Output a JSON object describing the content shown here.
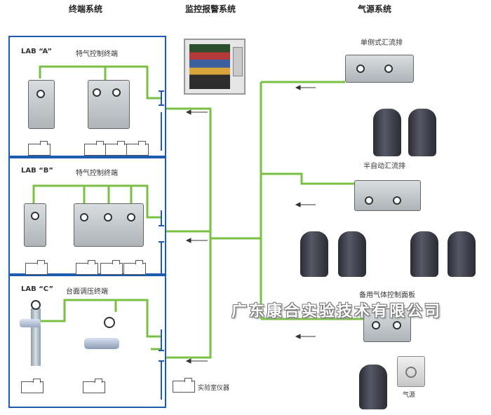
{
  "sections": {
    "terminal": "终端系统",
    "monitor": "监控报警系统",
    "gas_source": "气源系统"
  },
  "labs": [
    {
      "name": "LAB “A”",
      "type": "特气控制终端"
    },
    {
      "name": "LAB “B”",
      "type": "特气控制终端"
    },
    {
      "name": "LAB “C”",
      "type": "台面调压终端"
    }
  ],
  "gas_units": {
    "single": "单侧式汇流排",
    "semi_auto": "半自动汇流排",
    "backup": "备用气体控制面板",
    "source": "气源"
  },
  "legend": {
    "instrument": "实验室仪器"
  },
  "watermark": "广东康合实验技术有限公司",
  "colors": {
    "pipe": "#7ac143",
    "lab_border": "#1f5ab1",
    "cylinder": "#3a3b44"
  }
}
